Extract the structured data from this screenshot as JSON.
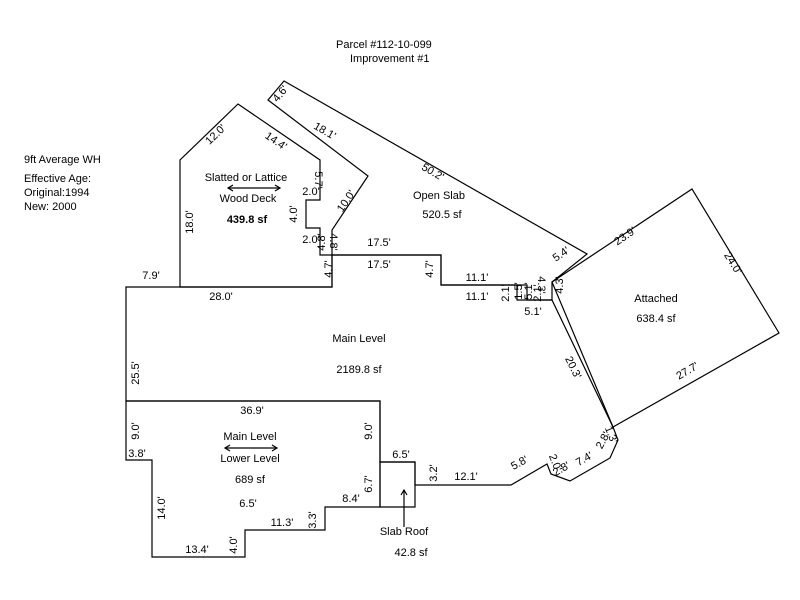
{
  "header": {
    "parcel": "Parcel #112-10-099",
    "improvement": "Improvement #1"
  },
  "info": {
    "wall_height": "9ft Average WH",
    "effective_age_label": "Effective Age:",
    "original": "Original:1994",
    "new": "New: 2000"
  },
  "areas": [
    {
      "id": "wood-deck",
      "lines": [
        "Slatted or Lattice",
        "Wood Deck"
      ],
      "area": "439.8 sf"
    },
    {
      "id": "open-slab",
      "lines": [
        "Open Slab"
      ],
      "area": "520.5 sf"
    },
    {
      "id": "attached",
      "lines": [
        "Attached"
      ],
      "area": "638.4 sf"
    },
    {
      "id": "main-level",
      "lines": [
        "Main Level"
      ],
      "area": "2189.8 sf"
    },
    {
      "id": "lower-level",
      "lines": [
        "Main Level",
        "Lower Level"
      ],
      "area": "689 sf"
    },
    {
      "id": "slab-roof",
      "lines": [
        "Slab Roof"
      ],
      "area": "42.8 sf"
    }
  ],
  "dimensions": [
    "4.6'",
    "18.1'",
    "50.2'",
    "12.0'",
    "14.4'",
    "5.7'",
    "2.0'",
    "10.0'",
    "18.0'",
    "4.0'",
    "2.0'",
    "4.8'",
    "4.8'",
    "17.5'",
    "17.5'",
    "4.7'",
    "4.7'",
    "7.9'",
    "28.0'",
    "11.1'",
    "11.1'",
    "5.4'",
    "23.9'",
    "24.0'",
    "4.3'",
    "4.3'",
    "2.1'",
    "1.5'",
    "5.1'",
    "2.1'",
    "5.1'",
    "20.3'",
    "27.7'",
    "25.5'",
    "36.9'",
    "9.0'",
    "9.0'",
    "3.8'",
    "14.0'",
    "13.4'",
    "4.0'",
    "11.3'",
    "3.3'",
    "6.5'",
    "8.4'",
    "6.7'",
    "6.5'",
    "3.2'",
    "12.1'",
    "5.8'",
    "2.0'",
    "2.8'",
    "7.4'",
    "2.8'",
    "1.3'"
  ]
}
